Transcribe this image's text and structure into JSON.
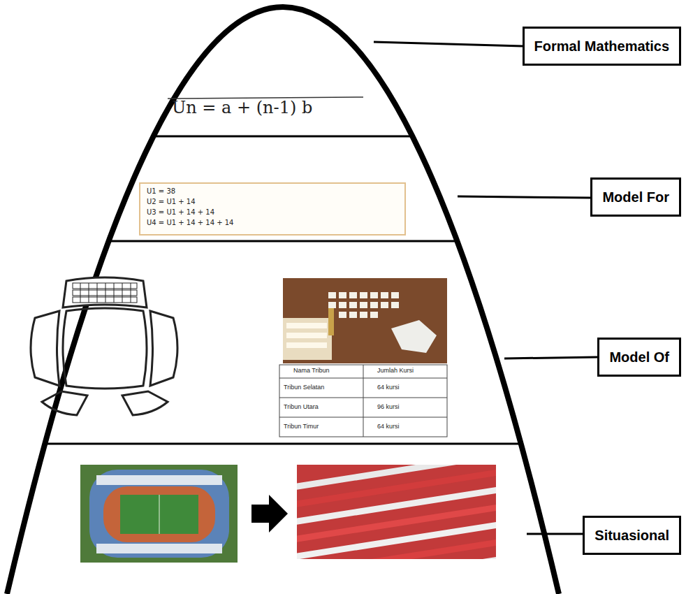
{
  "diagram": {
    "nodes": [
      {
        "text": [
          "Formal Mathematics"
        ]
      },
      {
        "text": [
          "Model For"
        ]
      },
      {
        "text": [
          "Model Of"
        ]
      },
      {
        "text": [
          "Situasional"
        ]
      }
    ],
    "labels": [
      "Un = a + (n-1) b",
      "U1 = 38",
      "U2 = U1 + 14",
      "U3 = U1 + 14 + 14",
      "U4 = U1 + 14 + 14 + 14",
      "Nama Tribun",
      "Jumlah Kursi",
      "Tribun Selatan",
      "64 kursi",
      "Tribun Utara",
      "96 kursi",
      "Tribun Timur",
      "64 kursi"
    ]
  }
}
